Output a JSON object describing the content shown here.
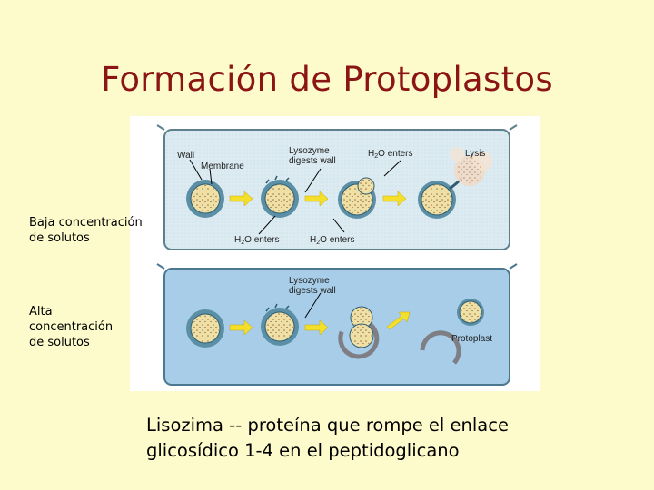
{
  "slide": {
    "title": "Formación de Protoplastos",
    "caption_line1": "Lisozima -- proteína que rompe el enlace",
    "caption_line2": "glicosídico 1-4 en el peptidoglicano"
  },
  "side_labels": {
    "low_line1": "Baja concentración",
    "low_line2": "de solutos",
    "high_line1": "Alta",
    "high_line2": "concentración",
    "high_line3": "de solutos"
  },
  "figure": {
    "top": {
      "wall": "Wall",
      "membrane": "Membrane",
      "lysozyme_line1": "Lysozyme",
      "lysozyme_line2": "digests wall",
      "h2o_enters_prefix": "H",
      "h2o_sub": "2",
      "h2o_enters_suffix": "O enters",
      "lysis": "Lysis",
      "h2o_bottom_left_prefix": "H",
      "h2o_bottom_left_sub": "2",
      "h2o_bottom_left_suffix": "O enters",
      "h2o_bottom_right_prefix": "H",
      "h2o_bottom_right_sub": "2",
      "h2o_bottom_right_suffix": "O enters"
    },
    "bottom": {
      "lysozyme_line1": "Lysozyme",
      "lysozyme_line2": "digests wall",
      "protoplast": "Protoplast"
    },
    "colors": {
      "top_liquid": "#dcebf1",
      "bottom_liquid": "#a7cde8",
      "arrow": "#f4df2a",
      "cell_wall": "#5a8fa6",
      "cytoplasm": "#efe0a6"
    }
  }
}
